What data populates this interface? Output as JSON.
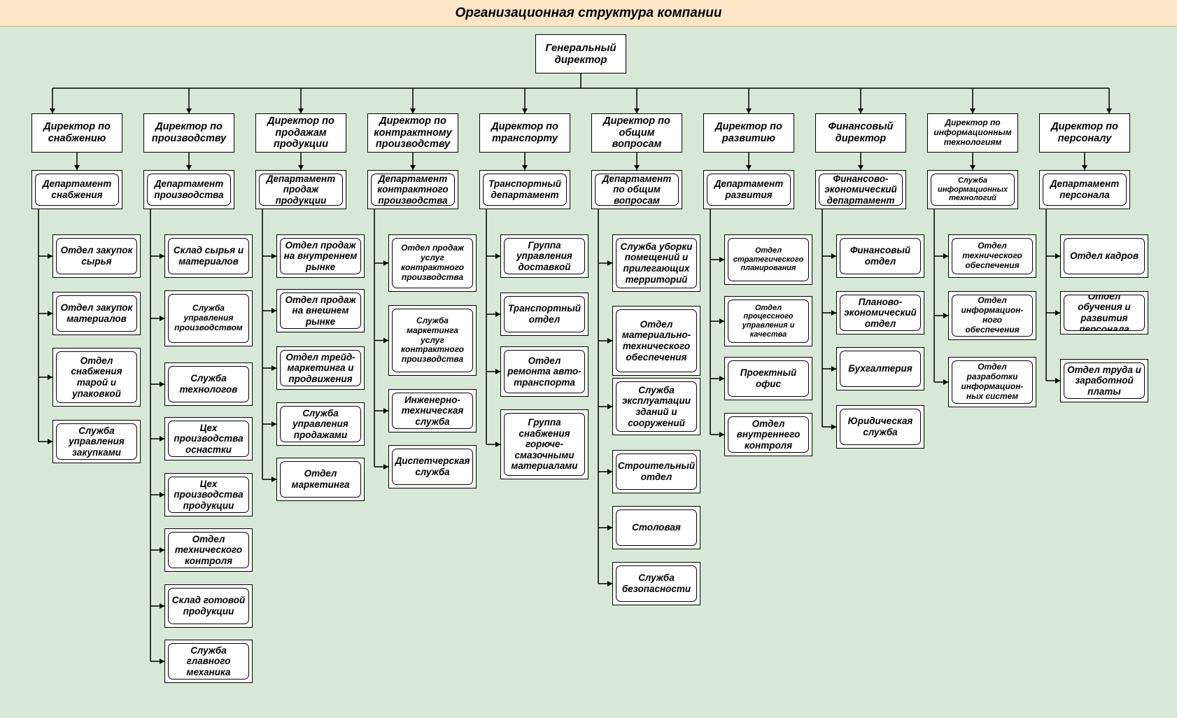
{
  "title": "Организационная структура компании",
  "ceo": "Генеральный директор",
  "columns": [
    {
      "director": "Директор по снабжению",
      "department": "Департамент снабжения",
      "units": [
        "Отдел закупок сырья",
        "Отдел закупок материалов",
        "Отдел снабжения тарой и упаковкой",
        "Служба управления закупками"
      ]
    },
    {
      "director": "Директор по производству",
      "department": "Департамент производства",
      "units": [
        "Склад сырья и материалов",
        "Служба управления производством",
        "Служба технологов",
        "Цех производства оснастки",
        "Цех производства продукции",
        "Отдел технического контроля",
        "Склад готовой продукции",
        "Служба главного механика"
      ]
    },
    {
      "director": "Директор по продажам продукции",
      "department": "Департамент продаж продукции",
      "units": [
        "Отдел продаж на внутреннем рынке",
        "Отдел продаж на внешнем рынке",
        "Отдел трейд-маркетинга и продвижения",
        "Служба управления продажами",
        "Отдел маркетинга"
      ]
    },
    {
      "director": "Директор по контрактному производству",
      "department": "Департамент контрактного производства",
      "units": [
        "Отдел продаж услуг контрактного производства",
        "Служба маркетинга услуг контрактного производства",
        "Инженерно-техническая служба",
        "Диспетчерская служба"
      ]
    },
    {
      "director": "Директор по транспорту",
      "department": "Транспортный департамент",
      "units": [
        "Группа управления доставкой",
        "Транспортный отдел",
        "Отдел ремонта авто-транспорта",
        "Группа снабжения горюче-смазочными материалами"
      ]
    },
    {
      "director": "Директор по общим вопросам",
      "department": "Департамент по общим вопросам",
      "units": [
        "Служба уборки помещений и прилегающих территорий",
        "Отдел материально-технического обеспечения",
        "Служба эксплуатации зданий и сооружений",
        "Строительный отдел",
        "Столовая",
        "Служба безопасности"
      ]
    },
    {
      "director": "Директор по развитию",
      "department": "Департамент развития",
      "units": [
        "Отдел стратегического планирования",
        "Отдел процессного управления и качества",
        "Проектный офис",
        "Отдел внутреннего контроля"
      ]
    },
    {
      "director": "Финансовый директор",
      "department": "Финансово-экономический департамент",
      "units": [
        "Финансовый отдел",
        "Планово-экономический отдел",
        "Бухгалтерия",
        "Юридическая служба"
      ]
    },
    {
      "director": "Директор по информационным технологиям",
      "department": "Служба информационных технологий",
      "units": [
        "Отдел технического обеспечения",
        "Отдел информацион-ного обеспечения",
        "Отдел разработки информацион-ных систем"
      ]
    },
    {
      "director": "Директор по персоналу",
      "department": "Департамент персонала",
      "units": [
        "Отдел кадров",
        "Отдел обучения и развития персонала",
        "Отдел труда и заработной платы"
      ]
    }
  ]
}
